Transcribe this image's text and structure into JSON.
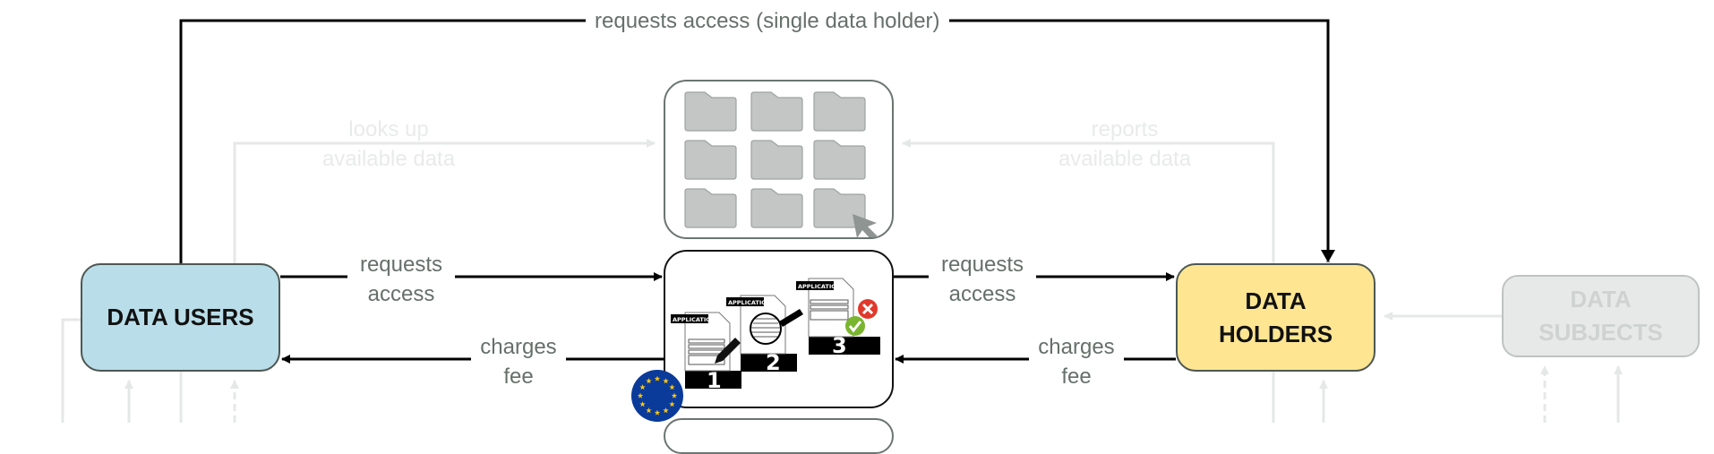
{
  "diagram": {
    "nodes": {
      "data_users": {
        "label": "DATA USERS",
        "color": "#b9dde9"
      },
      "data_holders": {
        "label_line1": "DATA",
        "label_line2": "HOLDERS",
        "color": "#fde592"
      },
      "data_subjects": {
        "label_line1": "DATA",
        "label_line2": "SUBJECTS",
        "color": "#e7e9e8",
        "faded": true
      }
    },
    "edges": {
      "single_holder": {
        "label": "requests access (single data holder)",
        "from": "DATA USERS",
        "to": "DATA HOLDERS"
      },
      "looks_up": {
        "line1": "looks up",
        "line2": "available data",
        "faded": true
      },
      "reports": {
        "line1": "reports",
        "line2": "available data",
        "faded": true
      },
      "users_request": {
        "line1": "requests",
        "line2": "access",
        "from": "DATA USERS",
        "to": "access body"
      },
      "users_fee": {
        "line1": "charges",
        "line2": "fee",
        "from": "access body",
        "to": "DATA USERS"
      },
      "holders_request": {
        "line1": "requests",
        "line2": "access",
        "from": "access body",
        "to": "DATA HOLDERS"
      },
      "holders_fee": {
        "line1": "charges",
        "line2": "fee",
        "from": "DATA HOLDERS",
        "to": "access body"
      }
    },
    "catalog": {
      "icon": "folder-grid-icon",
      "folders": 9,
      "cursor": "cursor-arrow-icon"
    },
    "process": {
      "steps": [
        {
          "number": "1",
          "doc_label": "APPLICATION",
          "icon": "pencil-icon"
        },
        {
          "number": "2",
          "doc_label": "APPLICATION",
          "icon": "magnifier-icon"
        },
        {
          "number": "3",
          "doc_label": "APPLICATION",
          "icon": "approve-reject-icon"
        }
      ],
      "badge": "eu-flag-icon"
    },
    "colors": {
      "arrow": "#000000",
      "faded_line": "#e6e7e7",
      "label_text": "#66706b"
    }
  }
}
